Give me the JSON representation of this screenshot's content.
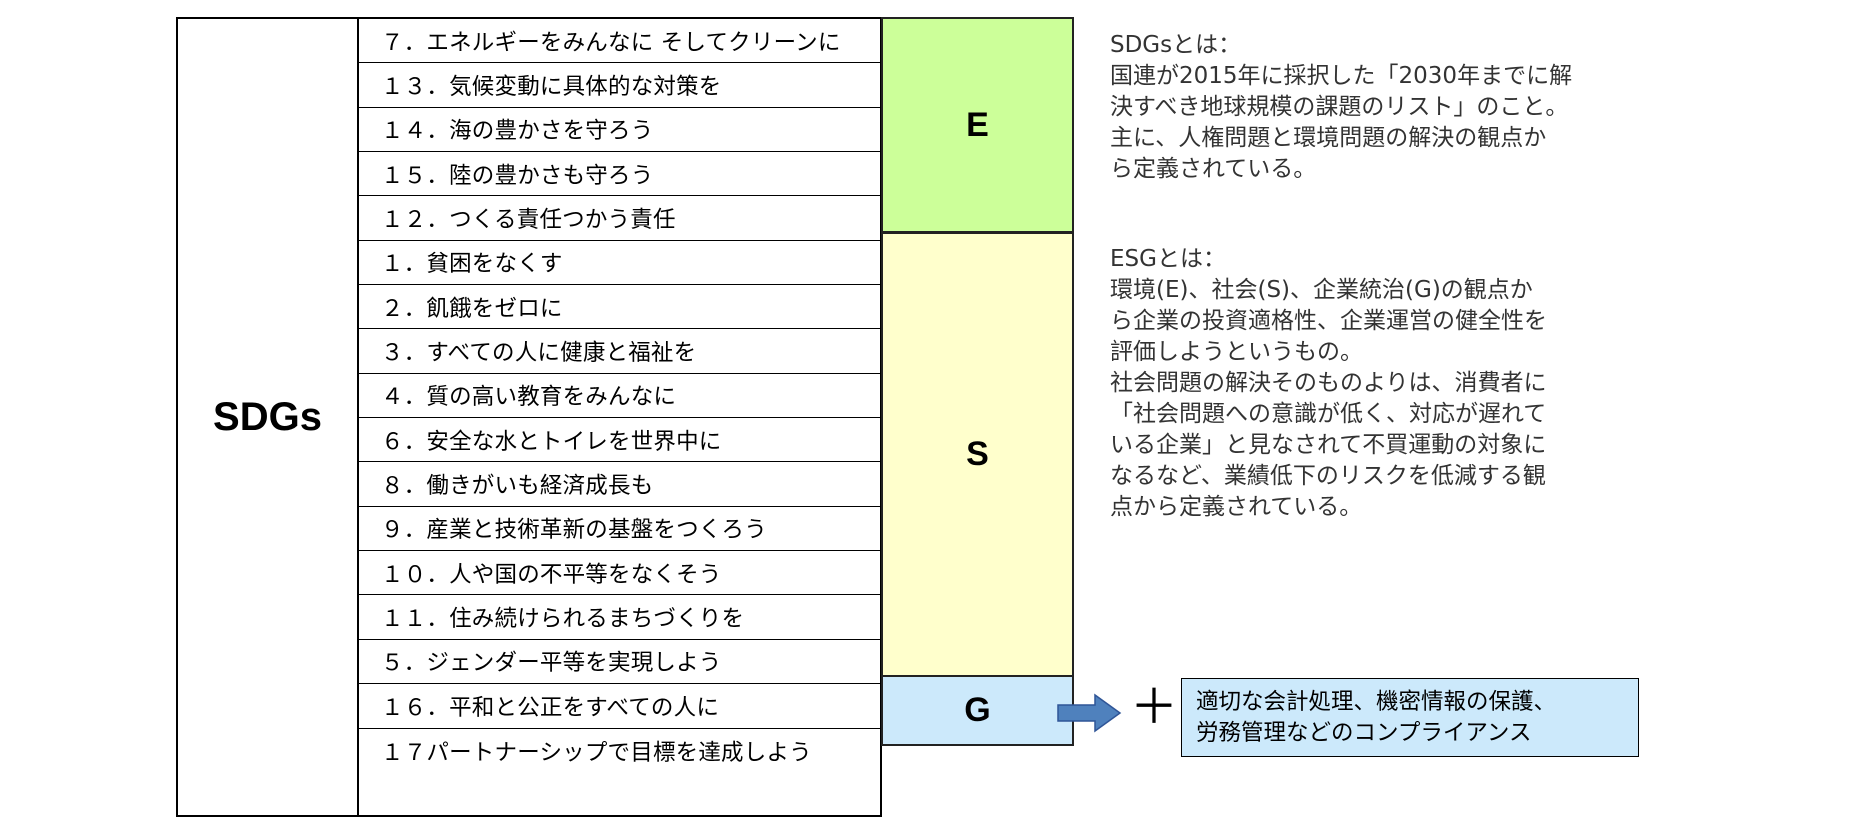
{
  "sdgs_label": "SDGs",
  "goals": [
    "７．エネルギーをみんなに そしてクリーンに",
    "１３．気候変動に具体的な対策を",
    "１４．海の豊かさを守ろう",
    "１５．陸の豊かさも守ろう",
    "１２．つくる責任つかう責任",
    "１．貧困をなくす",
    "２．飢餓をゼロに",
    "３．すべての人に健康と福祉を",
    "４．質の高い教育をみんなに",
    "６．安全な水とトイレを世界中に",
    "８．働きがいも経済成長も",
    "９．産業と技術革新の基盤をつくろう",
    "１０．人や国の不平等をなくそう",
    "１１．住み続けられるまちづくりを",
    "５．ジェンダー平等を実現しよう",
    "１６．平和と公正をすべての人に",
    "１７パートナーシップで目標を達成しよう"
  ],
  "esg": {
    "e_label": "E",
    "s_label": "S",
    "g_label": "G"
  },
  "colors": {
    "e_fill": "#ccff99",
    "s_fill": "#ffffcc",
    "g_fill": "#cce9fb",
    "arrow_fill": "#4f81bd"
  },
  "notes": {
    "sdgs": "SDGsとは：\n国連が2015年に採択した「2030年までに解\n決すべき地球規模の課題のリスト」のこと。\n主に、人権問題と環境問題の解決の観点か\nら定義されている。",
    "esg": "ESGとは：\n環境(E)、社会(S)、企業統治(G)の観点か\nら企業の投資適格性、企業運営の健全性を\n評価しようというもの。\n社会問題の解決そのものよりは、消費者に\n「社会問題への意識が低く、対応が遅れて\nいる企業」と見なされて不買運動の対象に\nなるなど、業績低下のリスクを低減する観\n点から定義されている。"
  },
  "plus": "＋",
  "compliance": "適切な会計処理、機密情報の保護、\n労務管理などのコンプライアンス",
  "icons": {
    "arrow": "right-arrow-icon"
  }
}
